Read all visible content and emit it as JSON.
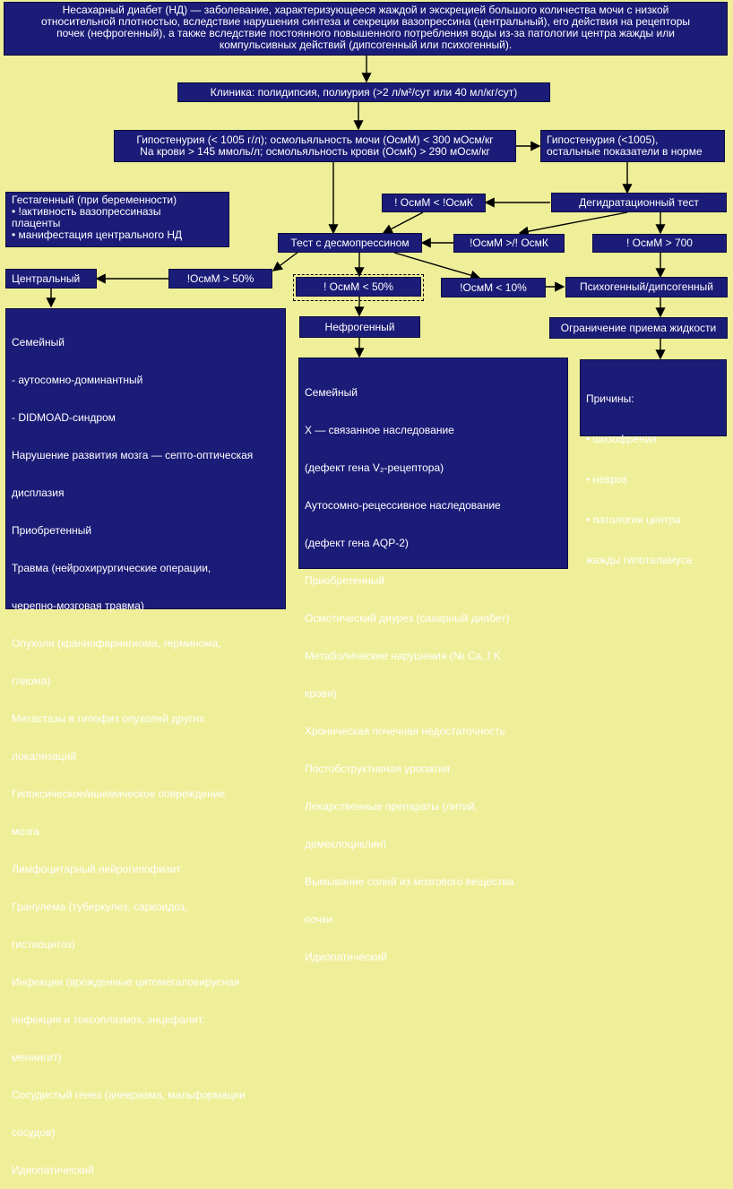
{
  "intro": [
    "Несахарный диабет (НД) — заболевание, характеризующееся жаждой и экскрецией большого количества мочи с низкой",
    "относительной плотностью, вследствие нарушения синтеза и секреции вазопрессина (центральный), его действия на рецепторы",
    "почек (нефрогенный), а также вследствие постоянного повышенного потребления воды из-за патологии центра жажды или",
    "компульсивных действий (дипсогенный или психогенный)."
  ],
  "clinic": "Клиника: полидипсия, полиурия (>2 л/м²/сут или 40 мл/кг/сут)",
  "hypo_main": [
    "Гипостенурия (< 1005 г/л); осмольяльность мочи (ОсмМ) < 300 мОсм/кг",
    "Na крови  > 145 ммоль/л;   осмольяльность крови (ОсмК) > 290 мОсм/кг"
  ],
  "hypo_right": [
    "Гипостенурия (<1005),",
    "остальные показатели в норме"
  ],
  "gestational": [
    "Гестагенный (при беременности)",
    "• !активность вазопрессиназы",
    "плаценты",
    "• манифестация центрального НД"
  ],
  "osm_lt": "! ОсмМ < !ОсмК",
  "dehydration": "Дегидратационный тест",
  "desmo": "Тест с десмопрессином",
  "osm_ge": "!ОсмМ >/! ОсмК",
  "osm_700": "! ОсмМ > 700",
  "central": "Центральный",
  "osm_50": "!ОсмМ > 50%",
  "osm_lt50": "! ОсмМ < 50%",
  "osm_lt10": "!ОсмМ < 10%",
  "psycho": "Психогенный/дипсогенный",
  "nephro": "Нефрогенный",
  "restrict": "Ограничение приема жидкости",
  "central_causes": [
    "Семейный",
    "  -  аутосомно-доминантный",
    "  -  DIDMOAD-синдром",
    "Нарушение развития мозга — септо-оптическая",
    "дисплазия",
    "Приобретенный",
    "    Травма (нейрохирургические операции,",
    "    черепно-мозговая травма)",
    "    Опухоли (краниофарингиома, герминома,",
    "    глиома)",
    "    Метастазы в гипофиз опухолей других",
    "    локализаций",
    "    Гипоксическое/ишемическое повреждение",
    "    мозга",
    "    Лимфоцитарный нейрогипофизит",
    "    Гранулема (туберкулез, саркоидоз,",
    "    гистиоцитоз)",
    "    Инфекции (врожденные цитомегаловирусная",
    "    инфекция и  токсоплазмоз, энцефалит,",
    "    менингит)",
    "    Сосудистый генез (аневризма, мальформации",
    "    сосудов)",
    "Идиопатический"
  ],
  "nephro_causes": [
    "Семейный",
    "    X — связанное наследование",
    "    (дефект гена V₂-рецептора)",
    "     Аутосомно-рецессивное наследование",
    "    (дефект гена AQP-2)",
    "Приобретенный",
    "    Осмотический диурез (сахарный диабет)",
    "    Метаболические нарушения (№ Ca, ľ K",
    "    крови)",
    "    Хроническая почечная недостаточность",
    "    Постобструктивная уропатия",
    "    Лекарственные препараты (литий,",
    "    демеклоциклин)",
    "    Вымывание солей из мозгового вещества",
    "    почки",
    "Идиопатический"
  ],
  "psycho_causes": [
    "Причины:",
    "• шизофрения",
    "• невроз",
    "• патология центра",
    "   жажды гипоталамуса"
  ]
}
